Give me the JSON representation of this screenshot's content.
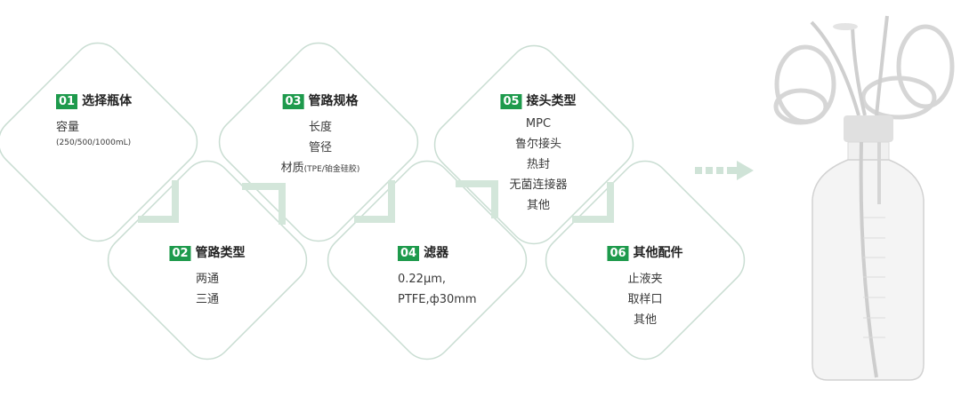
{
  "steps": [
    {
      "num": "01",
      "title": "选择瓶体",
      "lines": [
        "容量"
      ],
      "note": "(250/500/1000mL)"
    },
    {
      "num": "02",
      "title": "管路类型",
      "lines": [
        "两通",
        "三通"
      ]
    },
    {
      "num": "03",
      "title": "管路规格",
      "lines": [
        "长度",
        "管径",
        "材质"
      ],
      "note": "(TPE/铂金硅胶)"
    },
    {
      "num": "04",
      "title": "滤器",
      "lines": [
        "0.22μm,",
        "PTFE,ф30mm"
      ]
    },
    {
      "num": "05",
      "title": "接头类型",
      "lines": [
        "MPC",
        "鲁尔接头",
        "热封",
        "无菌连接器",
        "其他"
      ]
    },
    {
      "num": "06",
      "title": "其他配件",
      "lines": [
        "止液夹",
        "取样口",
        "其他"
      ]
    }
  ],
  "colors": {
    "badge": "#1e9a4c",
    "outline": "#c9ddd2",
    "connector": "#d3e6da"
  }
}
